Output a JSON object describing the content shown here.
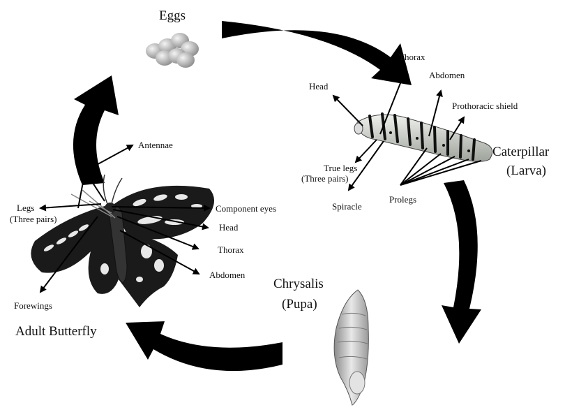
{
  "stages": {
    "eggs": "Eggs",
    "larva_line1": "Caterpillar",
    "larva_line2": "(Larva)",
    "pupa_line1": "Chrysalis",
    "pupa_line2": "(Pupa)",
    "adult": "Adult Butterfly"
  },
  "larva_parts": {
    "thorax": "Thorax",
    "abdomen": "Abdomen",
    "head": "Head",
    "prothoracic_shield": "Prothoracic shield",
    "true_legs_line1": "True legs",
    "true_legs_line2": "(Three pairs)",
    "spiracle": "Spiracle",
    "prolegs": "Prolegs"
  },
  "adult_parts": {
    "antennae": "Antennae",
    "legs_line1": "Legs",
    "legs_line2": "(Three pairs)",
    "compound_eyes": "Component eyes",
    "head": "Head",
    "thorax": "Thorax",
    "abdomen": "Abdomen",
    "forewings": "Forewings"
  },
  "colors": {
    "arrow": "#000000",
    "egg": "#c8c8c8",
    "larva_body": "#d6dcd2",
    "pupa": "#d9d9d9",
    "butterfly_dark": "#1a1a1a"
  }
}
